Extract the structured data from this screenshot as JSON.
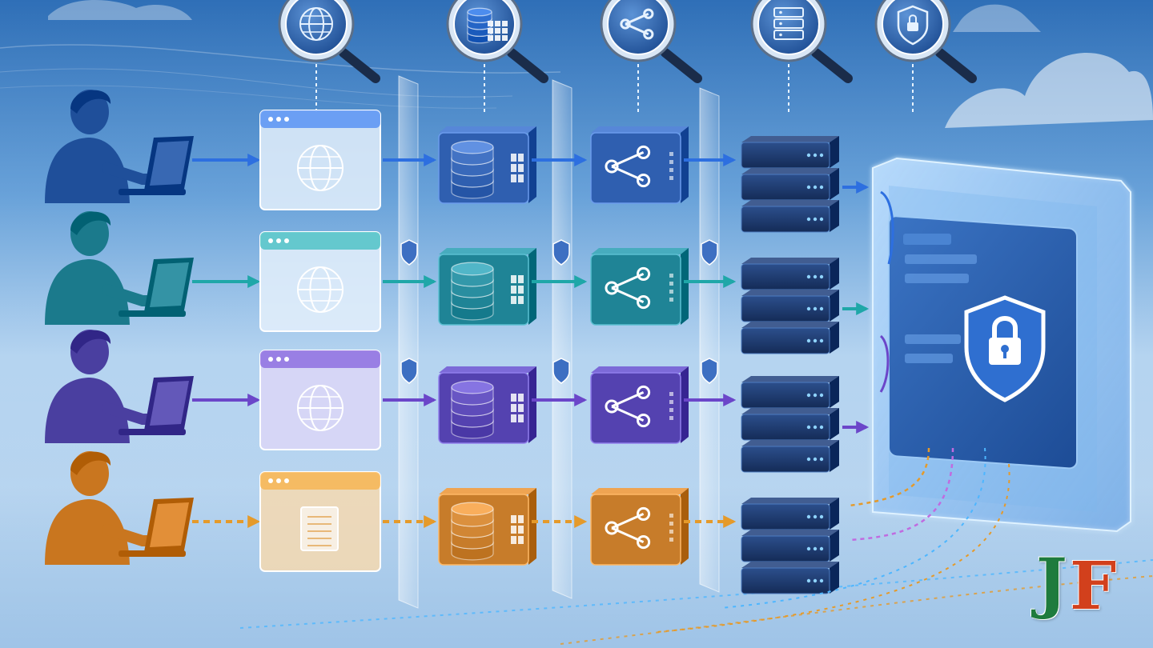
{
  "colors": {
    "user_blue": "#1f4f9a",
    "user_teal": "#1b7a8c",
    "user_purple": "#4a3fa0",
    "user_orange": "#c9761f",
    "server_dark": "#1e3a6e",
    "panel_blue": "#2a5fae",
    "logo_green": "#1e7b3d",
    "logo_red": "#d2401c"
  },
  "rows": [
    {
      "user": "user-blue",
      "color": "#2d6fe0",
      "page_icon": "globe-icon",
      "db_color": "#2f5fb0",
      "share_color": "#2f5fb0",
      "arrow_style": "solid"
    },
    {
      "user": "user-teal",
      "color": "#1fa7a8",
      "page_icon": "globe-icon",
      "db_color": "#1f8496",
      "share_color": "#1f8496",
      "arrow_style": "solid"
    },
    {
      "user": "user-purple",
      "color": "#6b46c9",
      "page_icon": "globe-icon",
      "db_color": "#5442b0",
      "share_color": "#5442b0",
      "arrow_style": "solid"
    },
    {
      "user": "user-orange",
      "color": "#e59a2a",
      "page_icon": "document-icon",
      "db_color": "#c77c2a",
      "share_color": "#c77c2a",
      "arrow_style": "dashed"
    }
  ],
  "magnifier_icons": [
    "globe-icon",
    "database-grid-icon",
    "share-icon",
    "server-icon",
    "lock-shield-icon"
  ],
  "central_panel_icon": "lock-shield-icon",
  "logo": {
    "letters": [
      "J",
      "F"
    ]
  }
}
